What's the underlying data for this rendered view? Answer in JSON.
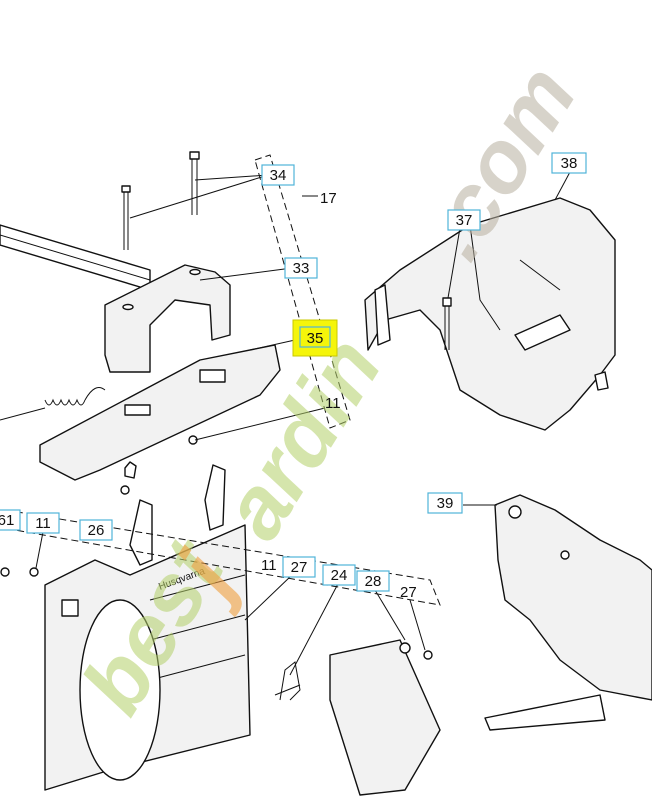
{
  "diagram": {
    "callouts_boxed": [
      {
        "id": "c34",
        "label": "34"
      },
      {
        "id": "c33",
        "label": "33"
      },
      {
        "id": "c35",
        "label": "35",
        "highlighted": true
      },
      {
        "id": "c37",
        "label": "37"
      },
      {
        "id": "c38",
        "label": "38"
      },
      {
        "id": "c39",
        "label": "39"
      },
      {
        "id": "c61",
        "label": "61"
      },
      {
        "id": "c11a",
        "label": "11"
      },
      {
        "id": "c26",
        "label": "26"
      },
      {
        "id": "c27a",
        "label": "27"
      },
      {
        "id": "c24",
        "label": "24"
      },
      {
        "id": "c28",
        "label": "28"
      }
    ],
    "callouts_plain": [
      {
        "id": "p17",
        "label": "17"
      },
      {
        "id": "p11b",
        "label": "11"
      },
      {
        "id": "p11c",
        "label": "11"
      },
      {
        "id": "p27b",
        "label": "27"
      }
    ],
    "watermark": {
      "text": "bestjardin.com",
      "brand_on_part": "Husqvarna"
    }
  },
  "colors": {
    "callout_border": "#4fb3d9",
    "highlight": "#f5f50a",
    "watermark_green": "#b4d06a",
    "watermark_orange": "#f0a040",
    "watermark_grey": "#b8b0a0"
  }
}
